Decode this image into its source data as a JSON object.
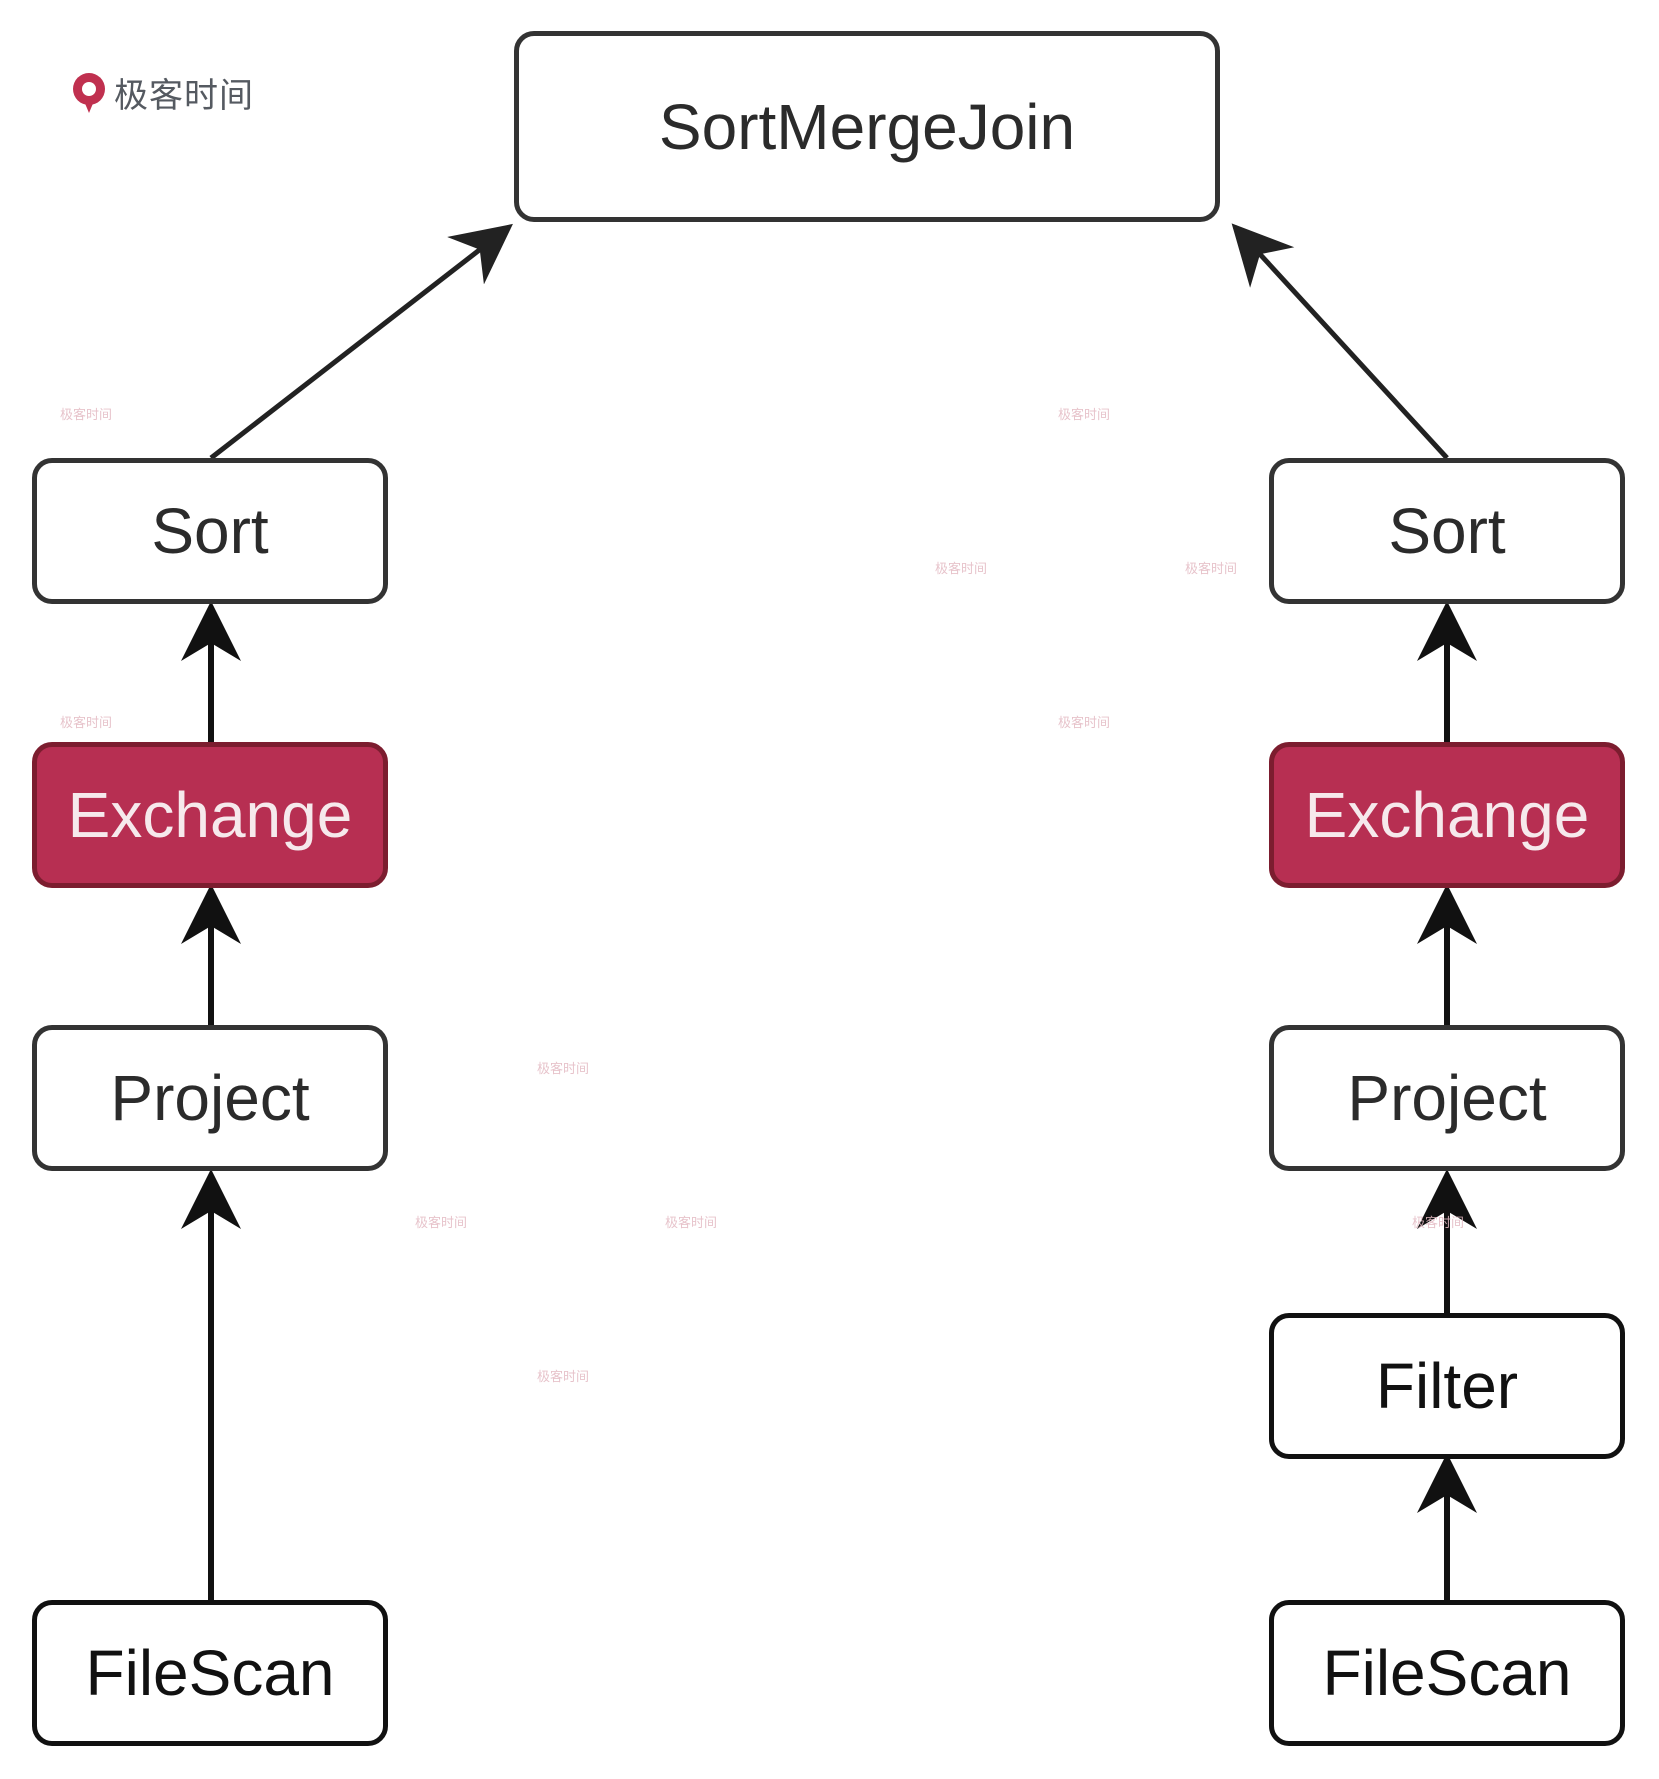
{
  "brand": {
    "name": "极客时间",
    "logo_icon": "geektime-logo-icon",
    "watermark": "极客时间",
    "colors": {
      "exchange_fill": "#b72f52",
      "exchange_border": "#7c1d2f",
      "logo_red": "#c0304f"
    }
  },
  "nodes": {
    "join": "SortMergeJoin",
    "left": {
      "sort": "Sort",
      "exchange": "Exchange",
      "project": "Project",
      "scan": "FileScan"
    },
    "right": {
      "sort": "Sort",
      "exchange": "Exchange",
      "project": "Project",
      "filter": "Filter",
      "scan": "FileScan"
    }
  },
  "edges": [
    {
      "from": "left.scan",
      "to": "left.project"
    },
    {
      "from": "left.project",
      "to": "left.exchange"
    },
    {
      "from": "left.exchange",
      "to": "left.sort"
    },
    {
      "from": "left.sort",
      "to": "join"
    },
    {
      "from": "right.scan",
      "to": "right.filter"
    },
    {
      "from": "right.filter",
      "to": "right.project"
    },
    {
      "from": "right.project",
      "to": "right.exchange"
    },
    {
      "from": "right.exchange",
      "to": "right.sort"
    },
    {
      "from": "right.sort",
      "to": "join"
    }
  ]
}
